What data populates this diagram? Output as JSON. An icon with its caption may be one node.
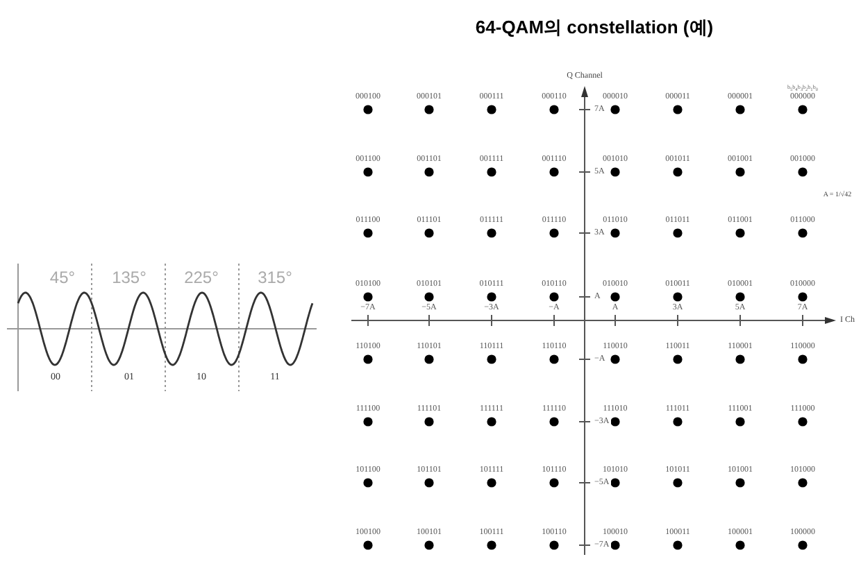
{
  "diagram": {
    "title": "64-QAM의 constellation (예)",
    "labels": [
      "45°",
      "135°",
      "225°",
      "315°",
      "00",
      "01",
      "10",
      "11",
      "Q Channel",
      "b$_{5}$b$_{4}$b$_{3}$b$_{2}$b$_{1}$b$_{0}$",
      "A = 1/√42",
      "000100",
      "000101",
      "000111",
      "000110",
      "000010",
      "000011",
      "000001",
      "000000",
      "001100",
      "001101",
      "001111",
      "001110",
      "001010",
      "001011",
      "001001",
      "001000",
      "011100",
      "011101",
      "011111",
      "011110",
      "011010",
      "011011",
      "011001",
      "011000",
      "010100",
      "010101",
      "010111",
      "010110",
      "010010",
      "010011",
      "010001",
      "010000",
      "110100",
      "110101",
      "110111",
      "110110",
      "110010",
      "110011",
      "110001",
      "110000",
      "111100",
      "111101",
      "111111",
      "111110",
      "111010",
      "111011",
      "111001",
      "111000",
      "101100",
      "101101",
      "101111",
      "101110",
      "101010",
      "101011",
      "101001",
      "101000",
      "100100",
      "100101",
      "100111",
      "100110",
      "100010",
      "100011",
      "100001",
      "100000",
      "7A",
      "5A",
      "3A",
      "A",
      "−A",
      "−3A",
      "−5A",
      "−7A",
      "−7A",
      "−5A",
      "−3A",
      "−A",
      "A",
      "3A",
      "5A",
      "7A",
      "I Ch"
    ]
  }
}
